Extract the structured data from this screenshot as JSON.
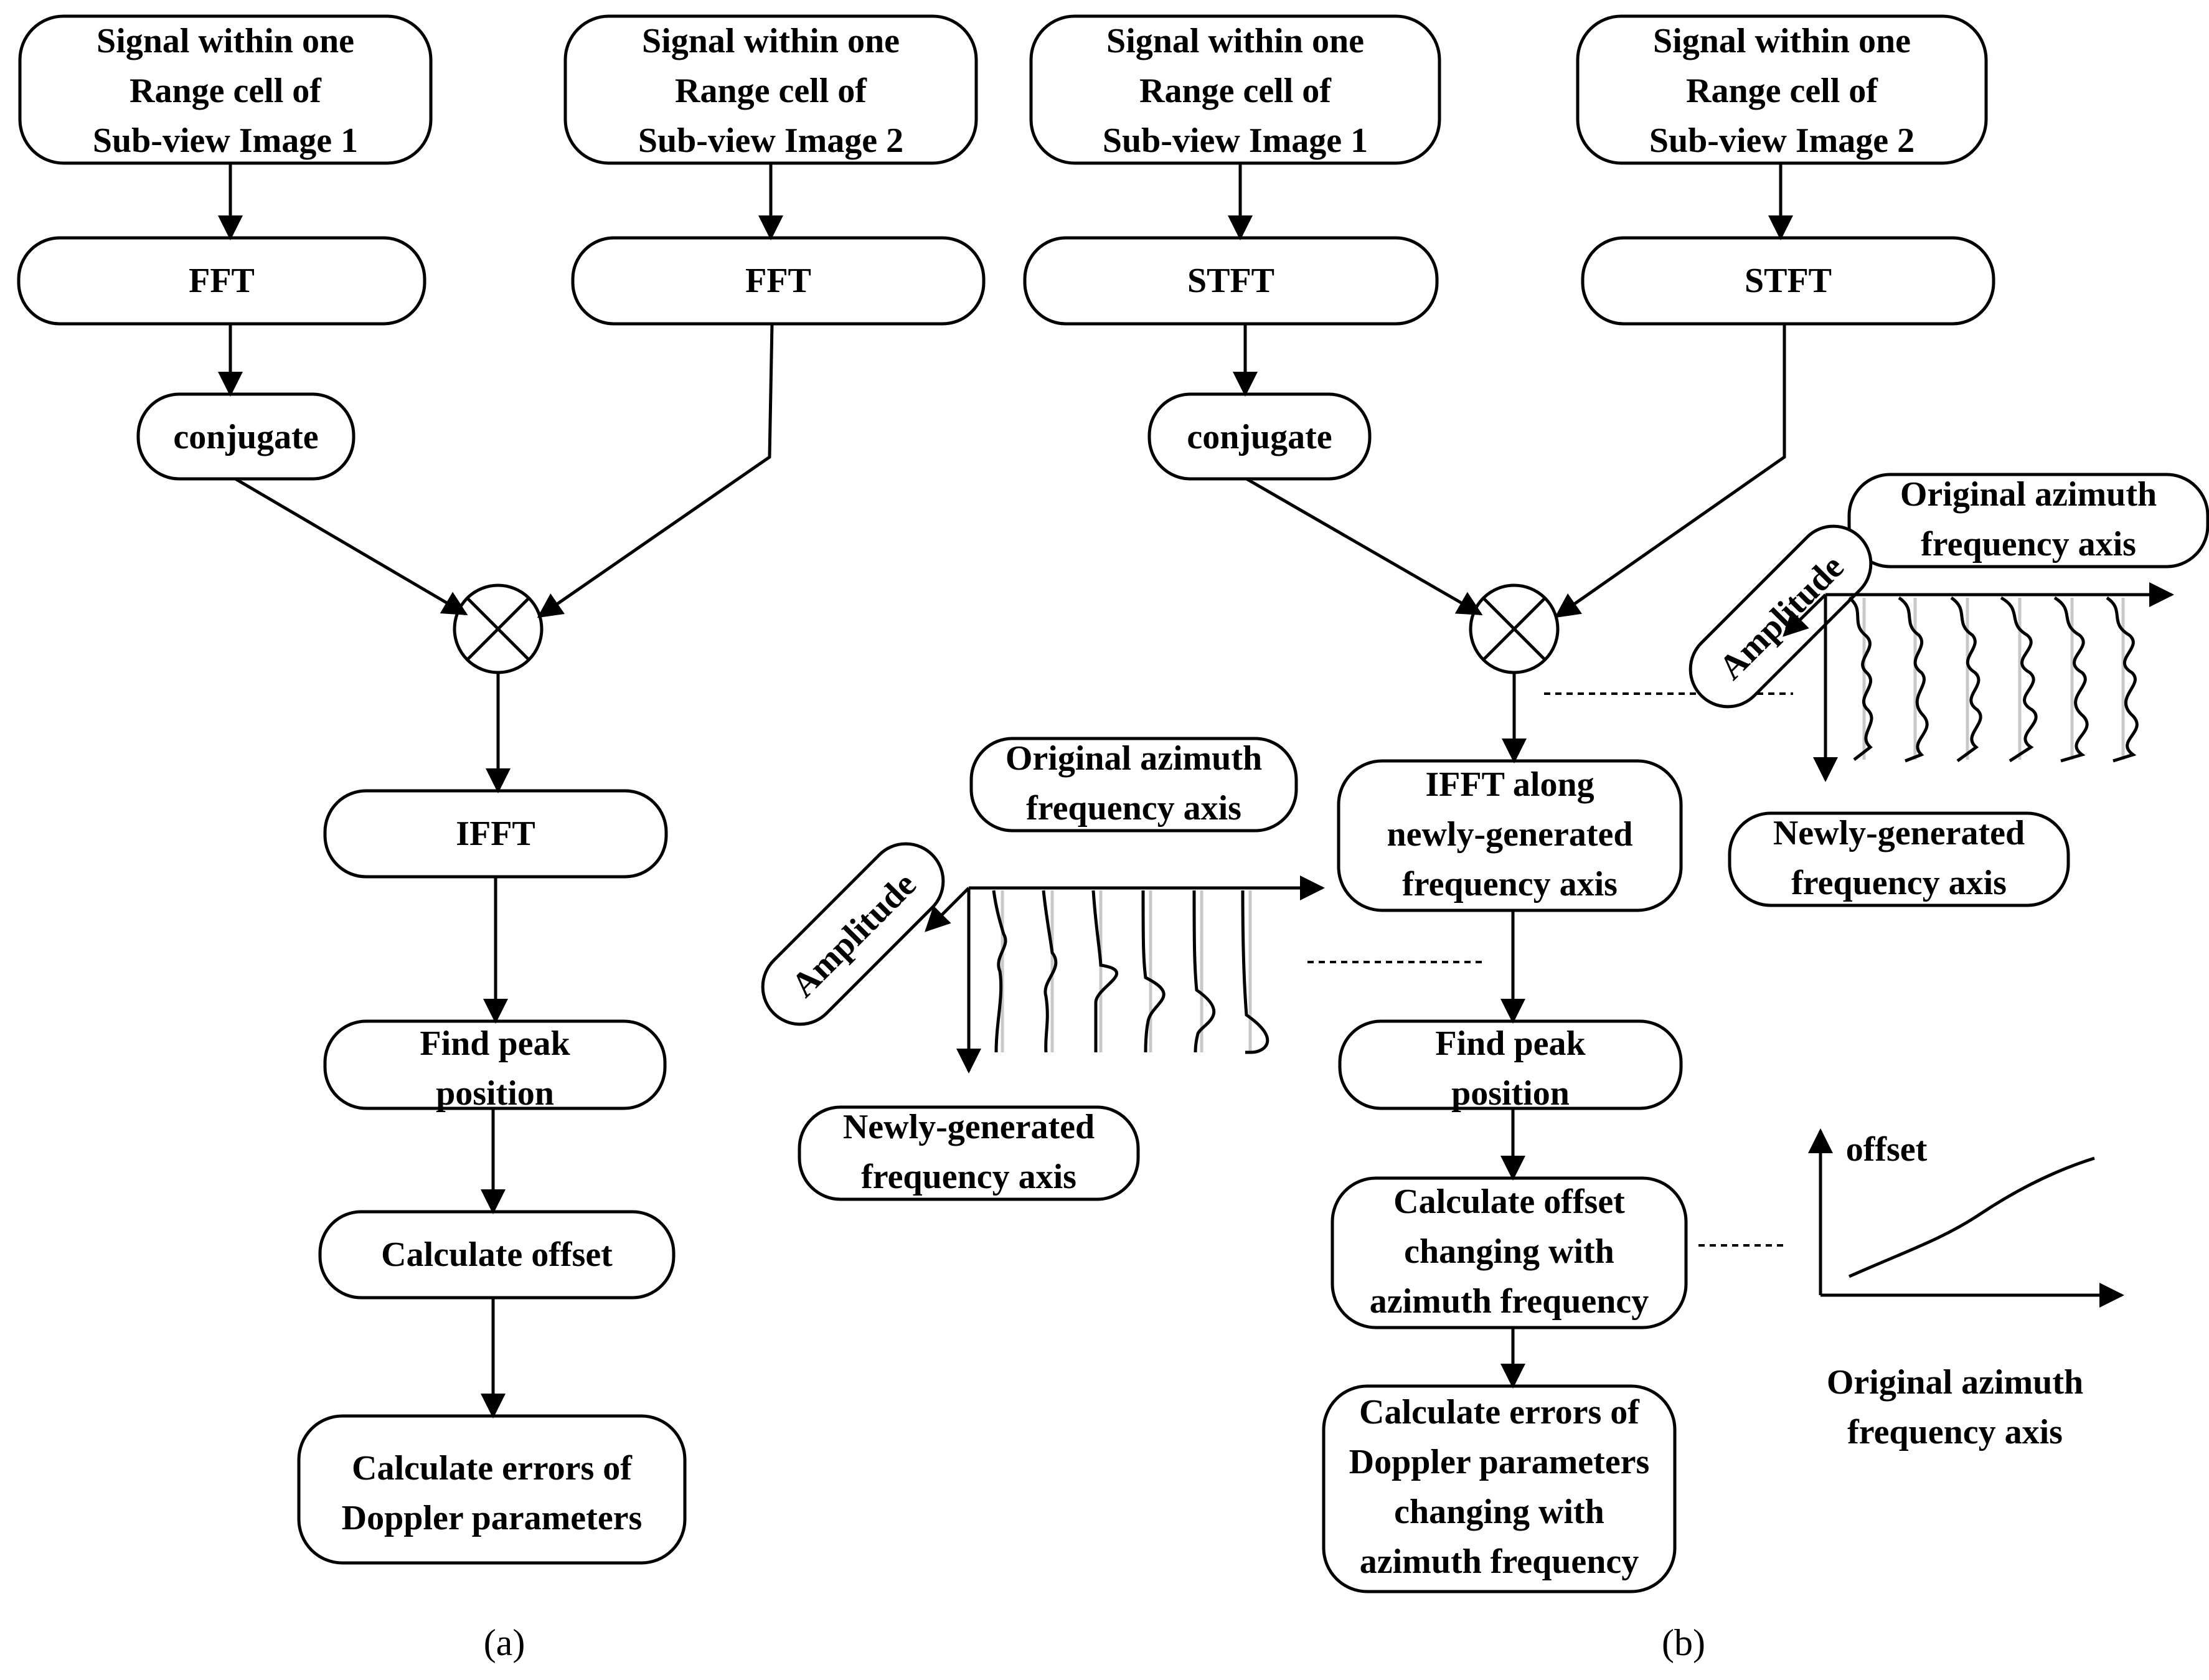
{
  "panel_a": {
    "box1": [
      "Signal within one",
      "Range cell of",
      "Sub-view Image 1"
    ],
    "box2": [
      "Signal within one",
      "Range cell of",
      "Sub-view Image 2"
    ],
    "fft1": [
      "FFT"
    ],
    "fft2": [
      "FFT"
    ],
    "conjugate": [
      "conjugate"
    ],
    "ifft": [
      "IFFT"
    ],
    "find_peak": [
      "Find peak",
      "position"
    ],
    "calc_offset": [
      "Calculate offset"
    ],
    "calc_errors": [
      "Calculate errors of",
      "Doppler parameters"
    ],
    "caption": "(a)"
  },
  "panel_b": {
    "box1": [
      "Signal within one",
      "Range cell of",
      "Sub-view Image 1"
    ],
    "box2": [
      "Signal within one",
      "Range cell of",
      "Sub-view Image 2"
    ],
    "stft1": [
      "STFT"
    ],
    "stft2": [
      "STFT"
    ],
    "conjugate": [
      "conjugate"
    ],
    "ifft": [
      "IFFT along",
      "newly-generated",
      "frequency axis"
    ],
    "find_peak": [
      "Find  peak",
      "position"
    ],
    "calc_offset": [
      "Calculate offset",
      "changing with",
      "azimuth frequency"
    ],
    "calc_errors": [
      "Calculate errors of",
      "Doppler parameters",
      "changing with",
      "azimuth frequency"
    ],
    "stft_plot": {
      "top_label": [
        "Original azimuth",
        "frequency axis"
      ],
      "amplitude": "Amplitude",
      "bottom_label": [
        "Newly-generated",
        "frequency axis"
      ]
    },
    "ifft_plot": {
      "top_label": [
        "Original azimuth",
        "frequency axis"
      ],
      "amplitude": "Amplitude",
      "bottom_label": [
        "Newly-generated",
        "frequency axis"
      ]
    },
    "offset_plot": {
      "ylabel": "offset",
      "xlabel": [
        "Original azimuth",
        "frequency axis"
      ]
    },
    "caption": "(b)"
  }
}
